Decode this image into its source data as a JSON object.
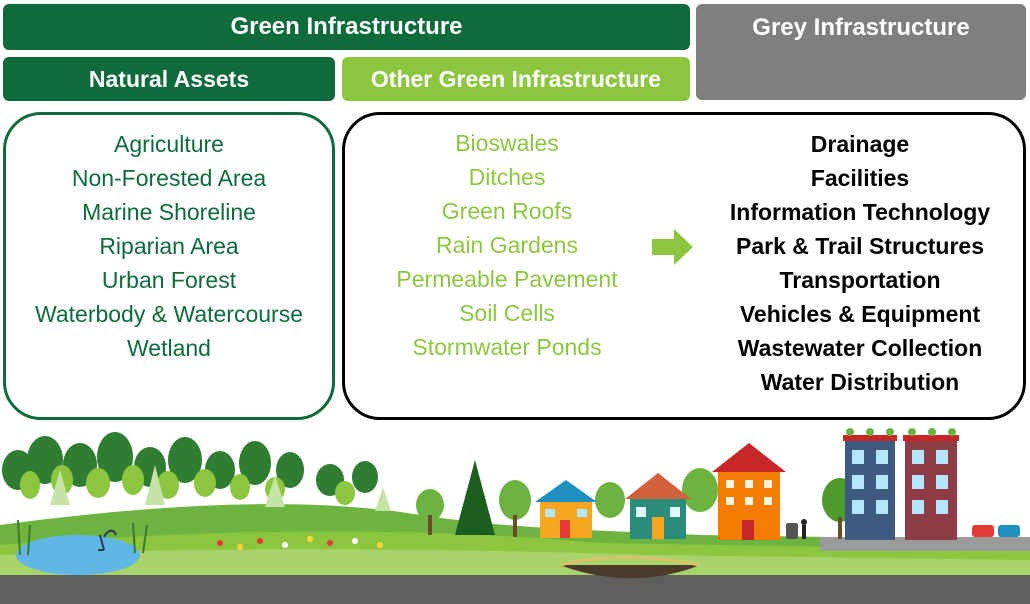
{
  "headers": {
    "green": "Green Infrastructure",
    "grey": "Grey Infrastructure",
    "natural": "Natural Assets",
    "other": "Other Green Infrastructure"
  },
  "natural_assets": [
    "Agriculture",
    "Non-Forested Area",
    "Marine Shoreline",
    "Riparian Area",
    "Urban Forest",
    "Waterbody & Watercourse",
    "Wetland"
  ],
  "other_green": [
    "Bioswales",
    "Ditches",
    "Green Roofs",
    "Rain Gardens",
    "Permeable Pavement",
    "Soil Cells",
    "Stormwater Ponds"
  ],
  "grey_items": [
    "Drainage",
    "Facilities",
    "Information Technology",
    "Park & Trail Structures",
    "Transportation",
    "Vehicles & Equipment",
    "Wastewater Collection",
    "Water Distribution"
  ],
  "colors": {
    "dark_green": "#0e6b3b",
    "light_green": "#8cc63f",
    "grey": "#7f7f7f",
    "black": "#000000"
  },
  "icons": {
    "arrow": "right-arrow-icon",
    "illustration": "landscape-illustration"
  }
}
